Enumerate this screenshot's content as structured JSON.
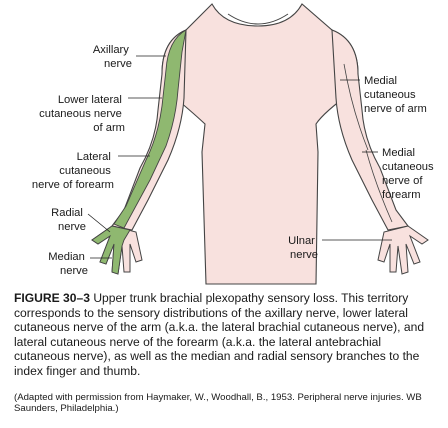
{
  "colors": {
    "skin": "#f8e1de",
    "sensory_loss": "#8fb870",
    "outline": "#444444",
    "leader": "#222222"
  },
  "labels": {
    "axillary": [
      "Axillary",
      "nerve"
    ],
    "lower_lateral": [
      "Lower lateral",
      "cutaneous nerve",
      "of arm"
    ],
    "lateral_forearm": [
      "Lateral",
      "cutaneous",
      "nerve of forearm"
    ],
    "radial": [
      "Radial",
      "nerve"
    ],
    "median": [
      "Median",
      "nerve"
    ],
    "medial_arm": [
      "Medial",
      "cutaneous",
      "nerve of arm"
    ],
    "medial_forearm": [
      "Medial",
      "cutaneous",
      "nerve of",
      "forearm"
    ],
    "ulnar": [
      "Ulnar",
      "nerve"
    ]
  },
  "caption": {
    "label": "FIGURE 30–3",
    "text": "Upper trunk brachial plexopathy sensory loss. This territory corresponds to the sensory distributions of the axillary nerve, lower lateral cutaneous nerve of the arm (a.k.a. the lateral brachial cutaneous nerve), and lateral cutaneous nerve of the forearm (a.k.a. the lateral antebrachial cutaneous nerve), as well as the median and radial sensory branches to the index finger and thumb.",
    "credit": "(Adapted with permission from Haymaker, W., Woodhall, B., 1953. Peripheral nerve injuries. WB Saunders, Philadelphia.)"
  }
}
